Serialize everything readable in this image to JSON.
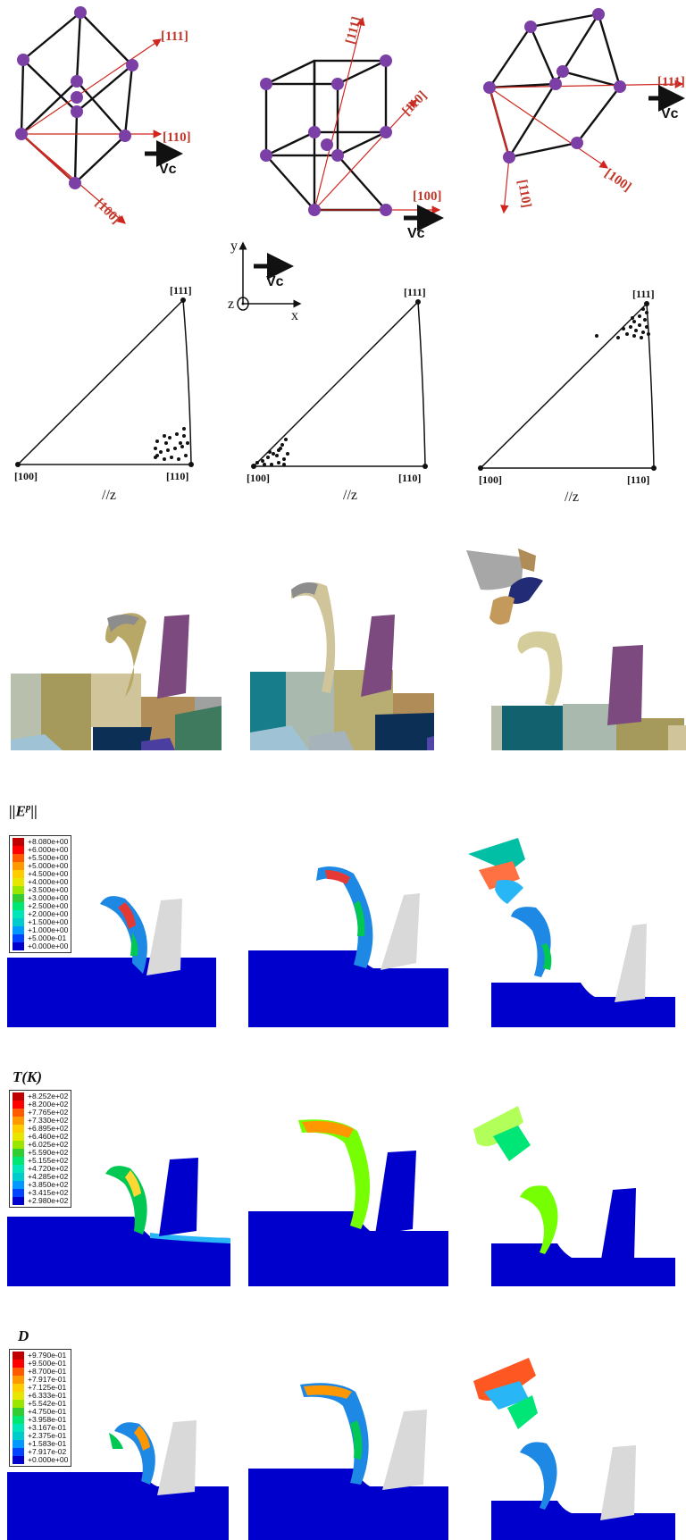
{
  "cubes": [
    {
      "dir111": "[111]",
      "dir110": "[110]",
      "dir100": "[100]",
      "vc": "Vc"
    },
    {
      "dir111": "[111]",
      "dir110": "[110]",
      "dir100": "[100]",
      "vc": "Vc"
    },
    {
      "dir111": "[111]",
      "dir110": "[100]",
      "dir100": "[110]",
      "vc": "Vc"
    }
  ],
  "axes": {
    "y": "y",
    "x": "x",
    "z": "z",
    "vc": "Vc"
  },
  "ipf": [
    {
      "top": "[111]",
      "left": "[100]",
      "right": "[110]",
      "normal": "//z"
    },
    {
      "top": "[111]",
      "left": "[100]",
      "right": "[110]",
      "normal": "//z"
    },
    {
      "top": "[111]",
      "left": "[100]",
      "right": "[110]",
      "normal": "//z"
    }
  ],
  "legends": {
    "plastic": {
      "title": "||E p||",
      "values": [
        "+8.080e+00",
        "+6.000e+00",
        "+5.500e+00",
        "+5.000e+00",
        "+4.500e+00",
        "+4.000e+00",
        "+3.500e+00",
        "+3.000e+00",
        "+2.500e+00",
        "+2.000e+00",
        "+1.500e+00",
        "+1.000e+00",
        "+5.000e-01",
        "+0.000e+00"
      ]
    },
    "temperature": {
      "title": "T(K)",
      "values": [
        "+8.252e+02",
        "+8.200e+02",
        "+7.765e+02",
        "+7.330e+02",
        "+6.895e+02",
        "+6.460e+02",
        "+6.025e+02",
        "+5.590e+02",
        "+5.155e+02",
        "+4.720e+02",
        "+4.285e+02",
        "+3.850e+02",
        "+3.415e+02",
        "+2.980e+02"
      ]
    },
    "damage": {
      "title": "D",
      "values": [
        "+9.790e-01",
        "+9.500e-01",
        "+8.700e-01",
        "+7.917e-01",
        "+7.125e-01",
        "+6.333e-01",
        "+5.542e-01",
        "+4.750e-01",
        "+3.958e-01",
        "+3.167e-01",
        "+2.375e-01",
        "+1.583e-01",
        "+7.917e-02",
        "+0.000e+00"
      ]
    }
  },
  "colors": {
    "atom": "#7b3fa6",
    "direction": "#d0261f",
    "tool": "#7c4a7e",
    "workpiece": "#0000cc",
    "toolGray": "#d9d9d9"
  }
}
